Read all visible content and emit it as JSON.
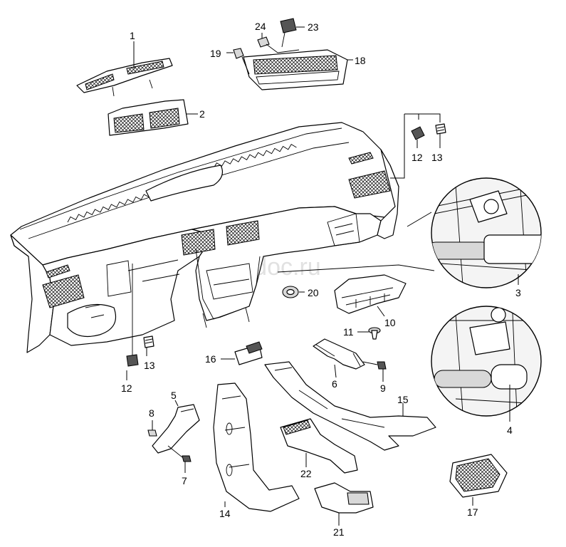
{
  "watermark": "autodoc.ru",
  "callouts": {
    "c1": "1",
    "c2": "2",
    "c3": "3",
    "c4": "4",
    "c5": "5",
    "c6": "6",
    "c7": "7",
    "c8": "8",
    "c9": "9",
    "c10": "10",
    "c11": "11",
    "c12a": "12",
    "c12b": "12",
    "c13a": "13",
    "c13b": "13",
    "c14": "14",
    "c15": "15",
    "c16": "16",
    "c17": "17",
    "c18": "18",
    "c19": "19",
    "c20": "20",
    "c21": "21",
    "c22": "22",
    "c23": "23",
    "c24": "24"
  }
}
